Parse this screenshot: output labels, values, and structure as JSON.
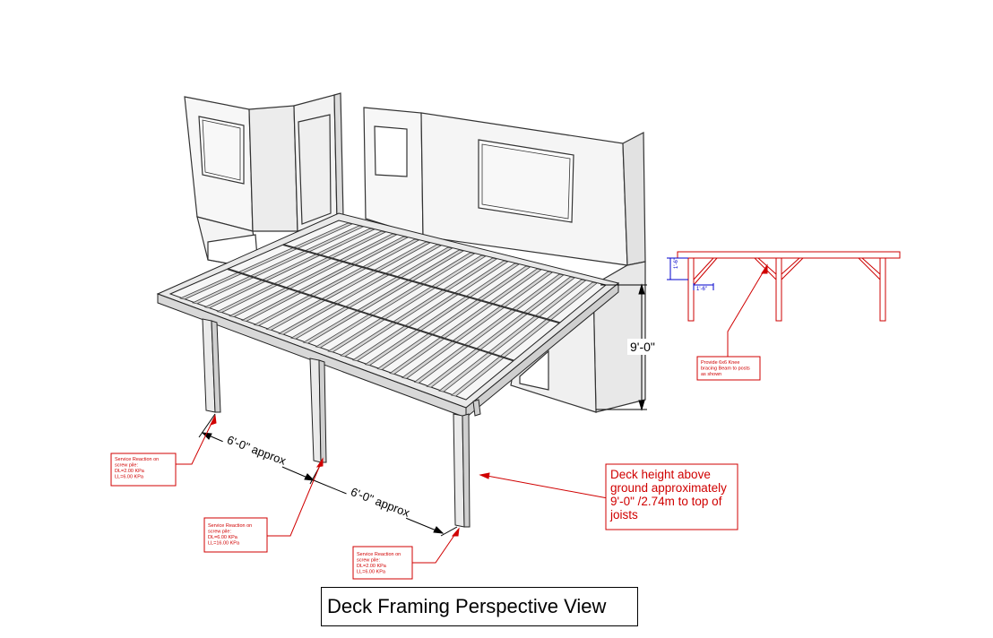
{
  "title": "Deck Framing Perspective View",
  "dimensions": {
    "height": "9'-0\"",
    "span_1": "6'-0\" approx",
    "span_2": "6'-0\" approx",
    "brace_vertical": "1'-6\"",
    "brace_horizontal": "1'-6\""
  },
  "notes": {
    "pile_1": [
      "Service Reaction on",
      "screw pile:",
      "DL=2.00 KPa",
      "LL=6.00 KPa"
    ],
    "pile_2": [
      "Service Reaction on",
      "screw pile:",
      "DL=6.00 KPa",
      "LL=16.00 KPa"
    ],
    "pile_3": [
      "Service Reaction on",
      "screw pile:",
      "DL=2.00 KPa",
      "LL=6.00 KPa"
    ],
    "knee_brace": [
      "Provide 6x6 Knee",
      "bracing Beam to posts",
      "as shown"
    ],
    "deck_height": [
      "Deck height above",
      "ground approximately",
      "9'-0\" /2.74m to top of",
      "joists"
    ]
  },
  "colors": {
    "annotation": "#d00000",
    "dimension_blue": "#0000cc",
    "line": "#000000"
  }
}
